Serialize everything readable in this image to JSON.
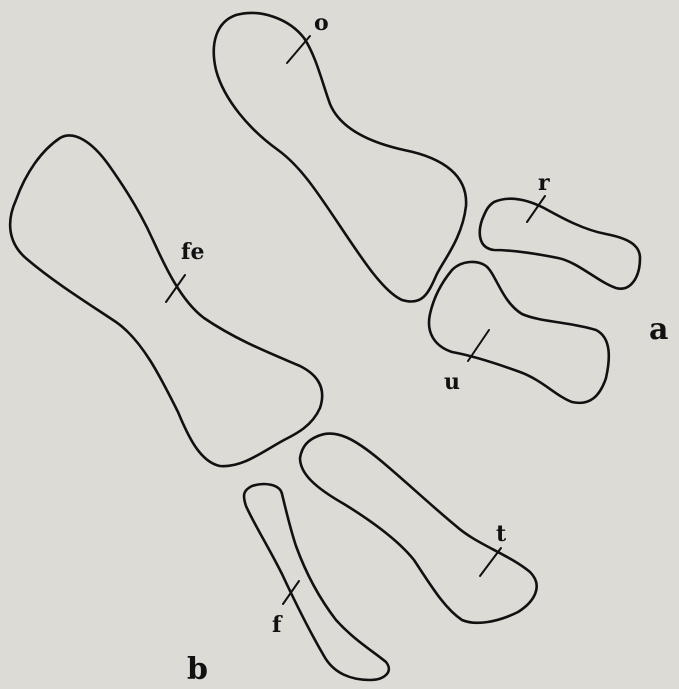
{
  "labels": {
    "o": "o",
    "r": "r",
    "u": "u",
    "fe": "fe",
    "t": "t",
    "f": "f",
    "panel_a": "a",
    "panel_b": "b"
  }
}
